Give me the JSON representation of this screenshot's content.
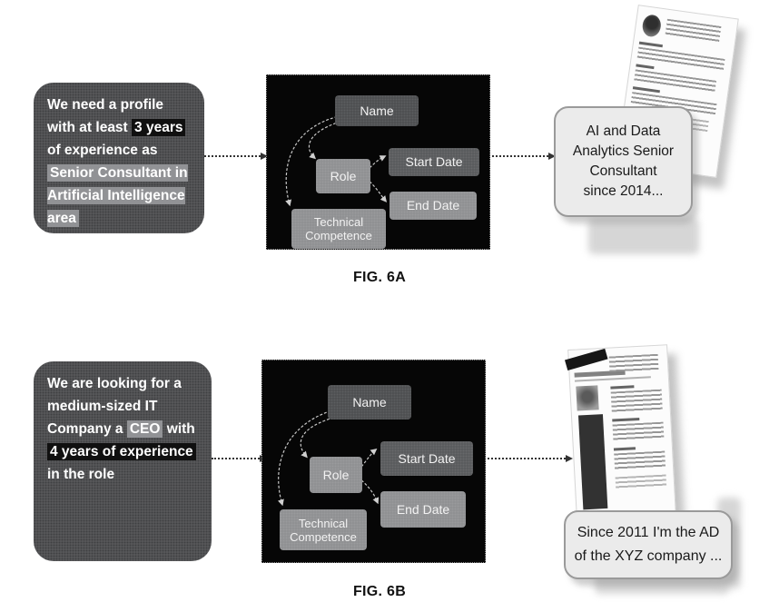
{
  "colors": {
    "query_box": "#5b5c5e",
    "highlight_dark": "#101010",
    "highlight_light": "#919295",
    "panel_bg": "#060606",
    "node_dark": "#4b4c4e",
    "node_mid": "#57585a",
    "node_light": "#8e8f91",
    "node_text": "#f2f2f2",
    "callout_bg": "#ebebeb",
    "callout_border": "#9a9a9a",
    "callout_text": "#1a1a1a",
    "arrow": "#333333"
  },
  "graph": {
    "name": "Name",
    "role": "Role",
    "start_date": "Start Date",
    "end_date": "End Date",
    "technical_competence": "Technical Competence"
  },
  "fig6a": {
    "label": "FIG. 6A",
    "query": {
      "segments": [
        {
          "text": "We need a profile with at least ",
          "highlight": "none"
        },
        {
          "text": "3 years",
          "highlight": "dark"
        },
        {
          "text": " of experience as ",
          "highlight": "none"
        },
        {
          "text": "Senior Consultant in Artificial Intelligence area",
          "highlight": "light"
        }
      ]
    },
    "result_lines": [
      "AI and Data",
      "Analytics Senior",
      "Consultant",
      "since 2014..."
    ]
  },
  "fig6b": {
    "label": "FIG. 6B",
    "query": {
      "segments": [
        {
          "text": "We are looking for a medium-sized IT Company a ",
          "highlight": "none"
        },
        {
          "text": "CEO",
          "highlight": "light"
        },
        {
          "text": " with ",
          "highlight": "none"
        },
        {
          "text": "4 years of experience",
          "highlight": "dark"
        },
        {
          "text": " in the role",
          "highlight": "none"
        }
      ]
    },
    "result_lines": [
      "Since 2011 I'm the AD",
      "of the XYZ company ..."
    ]
  }
}
